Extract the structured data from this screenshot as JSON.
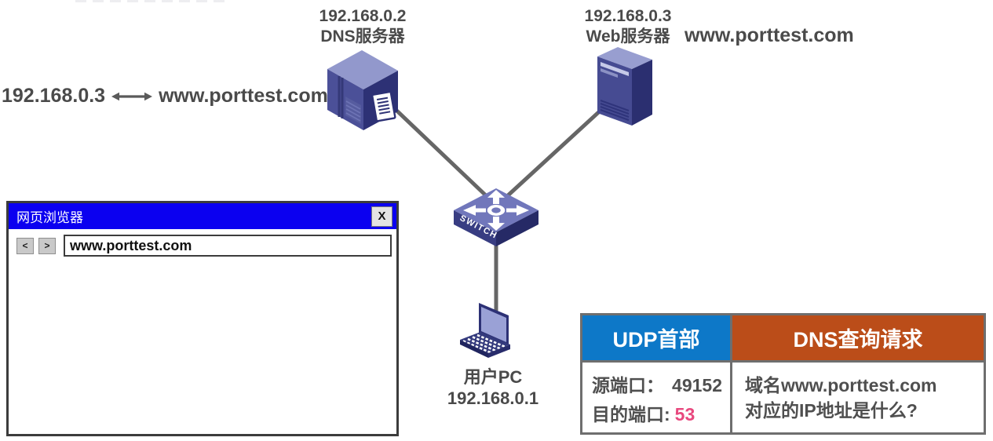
{
  "mapping": {
    "ip": "192.168.0.3",
    "domain": "www.porttest.com"
  },
  "dns_server": {
    "ip": "192.168.0.2",
    "name": "DNS服务器"
  },
  "web_server": {
    "ip": "192.168.0.3",
    "name": "Web服务器",
    "domain": "www.porttest.com"
  },
  "switch": {
    "label": "SWITCH"
  },
  "user_pc": {
    "name": "用户PC",
    "ip": "192.168.0.1"
  },
  "browser": {
    "title": "网页浏览器",
    "close": "X",
    "back": "<",
    "forward": ">",
    "address": "www.porttest.com"
  },
  "packet_table": {
    "udp_header": "UDP首部",
    "dns_header": "DNS查询请求",
    "src_port_label": "源端口：",
    "src_port_value": "49152",
    "dst_port_label": "目的端口:",
    "dst_port_value": "53",
    "query_line1": "域名www.porttest.com",
    "query_line2": "对应的IP地址是什么?",
    "colors": {
      "udp_header_bg": "#0d78c8",
      "dns_header_bg": "#bb4d19",
      "dst_port_value": "#e8487e",
      "body_text": "#4f4f4f"
    }
  },
  "diagram_colors": {
    "device_dark": "#2d3175",
    "device_mid": "#4b5098",
    "device_light": "#9298cc",
    "link_gray": "#666666",
    "label_gray": "#4a4a4a",
    "titlebar_blue": "#0b00f0"
  }
}
